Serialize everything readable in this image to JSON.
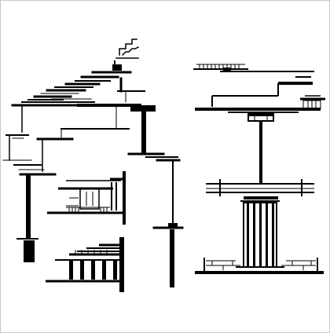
{
  "canvas": {
    "background": "#ffffff",
    "frame_color": "#c8c8c8",
    "ink_color": "#000000"
  },
  "drawing": {
    "type": "architectural-line-drawing",
    "text_labels": [],
    "components": [
      "left-cascading-roof-elevation",
      "left-pavilion-detail",
      "left-colonnade-detail",
      "right-gable-roof-elevation",
      "right-column-detail",
      "right-base-plinth"
    ]
  }
}
